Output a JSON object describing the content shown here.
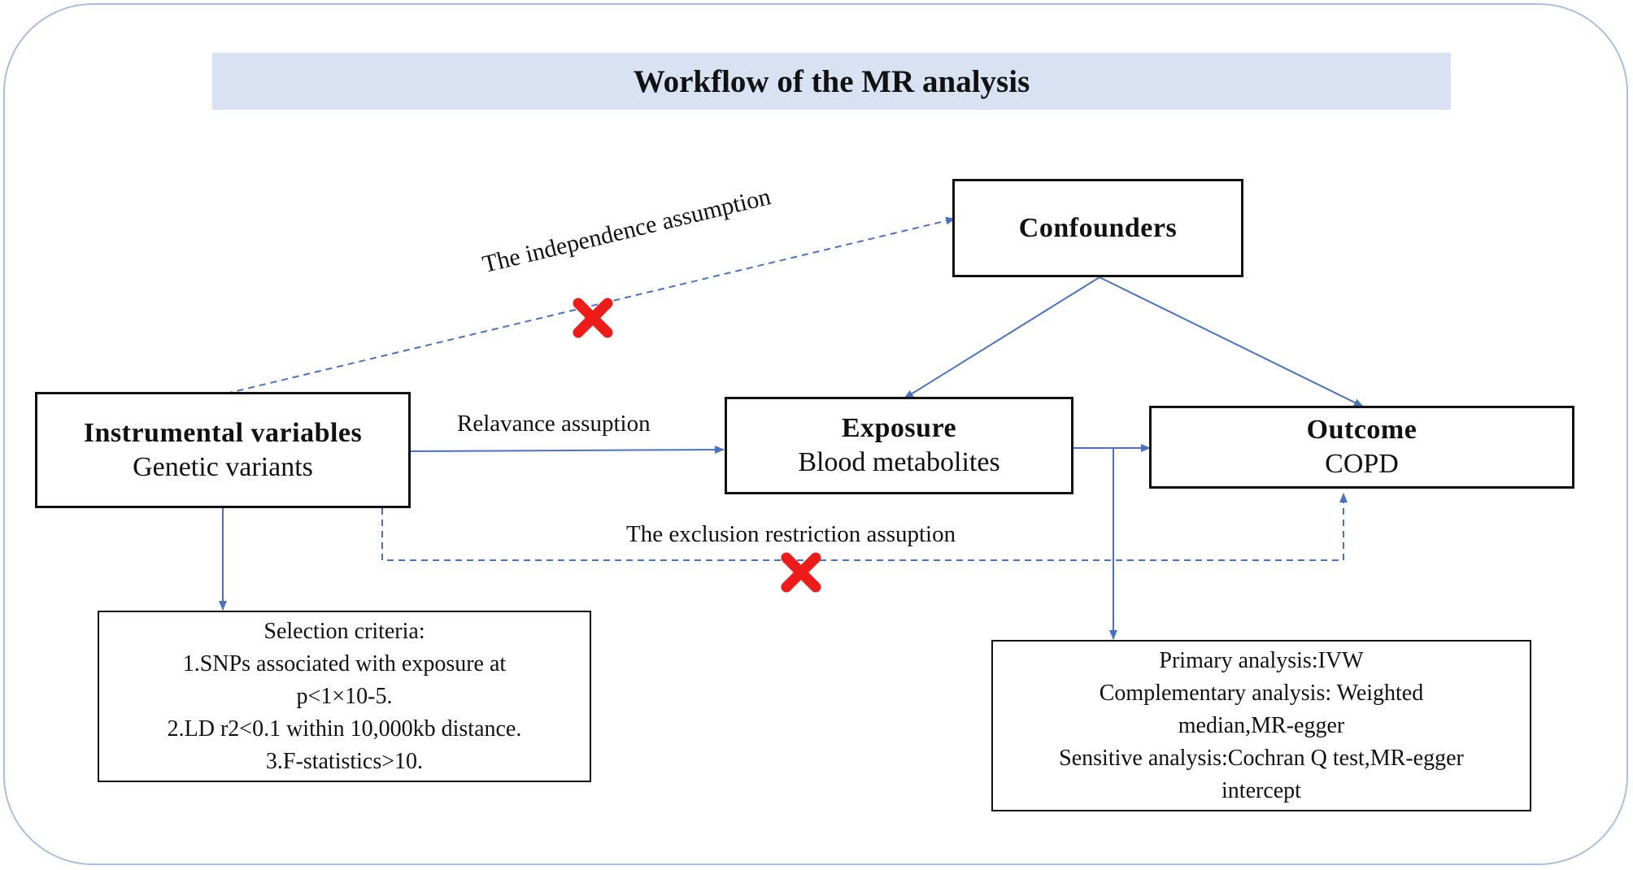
{
  "title": "Workflow of the MR analysis",
  "nodes": {
    "confounders": {
      "title": "Confounders"
    },
    "instrumental": {
      "title": "Instrumental variables",
      "subtitle": "Genetic variants"
    },
    "exposure": {
      "title": "Exposure",
      "subtitle": "Blood metabolites"
    },
    "outcome": {
      "title": "Outcome",
      "subtitle": "COPD"
    }
  },
  "edge_labels": {
    "independence": "The independence assumption",
    "relevance": "Relavance assuption",
    "exclusion": "The exclusion restriction assuption"
  },
  "selection_criteria": {
    "lines": [
      "Selection criteria:",
      "1.SNPs associated with exposure at",
      "p<1×10-5.",
      "2.LD r2<0.1 within 10,000kb distance.",
      "3.F-statistics>10."
    ]
  },
  "analysis": {
    "lines": [
      "Primary analysis:IVW",
      "Complementary analysis: Weighted",
      "median,MR-egger",
      "Sensitive analysis:Cochran Q test,MR-egger",
      "intercept"
    ]
  },
  "colors": {
    "arrow": "#4a72c4",
    "cross": "#ee1b1b",
    "title_bg": "#d9e2f3",
    "frame": "#a9bfe0"
  },
  "icons": {
    "violation": "cross-mark-icon"
  }
}
